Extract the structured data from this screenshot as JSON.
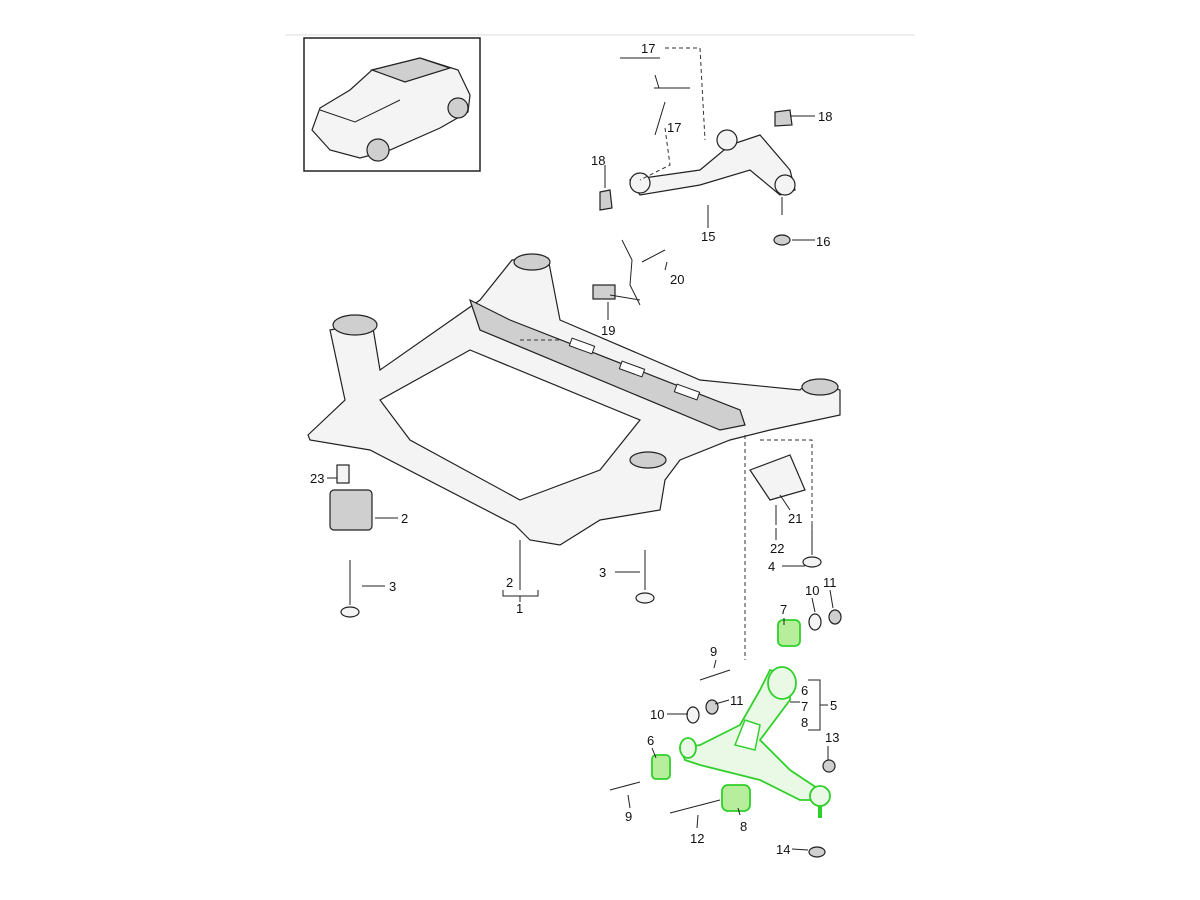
{
  "diagram": {
    "title": "Front axle subframe / control arms",
    "highlight_color": "#2fd02a",
    "callouts": [
      {
        "id": "c17a",
        "label": "17"
      },
      {
        "id": "c17b",
        "label": "17"
      },
      {
        "id": "c18a",
        "label": "18"
      },
      {
        "id": "c18b",
        "label": "18"
      },
      {
        "id": "c15",
        "label": "15"
      },
      {
        "id": "c16",
        "label": "16"
      },
      {
        "id": "c20",
        "label": "20"
      },
      {
        "id": "c19",
        "label": "19"
      },
      {
        "id": "c23",
        "label": "23"
      },
      {
        "id": "c2a",
        "label": "2"
      },
      {
        "id": "c3a",
        "label": "3"
      },
      {
        "id": "c2b",
        "label": "2"
      },
      {
        "id": "c1",
        "label": "1"
      },
      {
        "id": "c3b",
        "label": "3"
      },
      {
        "id": "c21",
        "label": "21"
      },
      {
        "id": "c22",
        "label": "22"
      },
      {
        "id": "c4",
        "label": "4"
      },
      {
        "id": "c10a",
        "label": "10"
      },
      {
        "id": "c11a",
        "label": "11"
      },
      {
        "id": "c7a",
        "label": "7"
      },
      {
        "id": "c9a",
        "label": "9"
      },
      {
        "id": "c6a",
        "label": "6"
      },
      {
        "id": "c7b",
        "label": "7"
      },
      {
        "id": "c8a",
        "label": "8"
      },
      {
        "id": "c5",
        "label": "5"
      },
      {
        "id": "c11b",
        "label": "11"
      },
      {
        "id": "c10b",
        "label": "10"
      },
      {
        "id": "c13",
        "label": "13"
      },
      {
        "id": "c6b",
        "label": "6"
      },
      {
        "id": "c9b",
        "label": "9"
      },
      {
        "id": "c12",
        "label": "12"
      },
      {
        "id": "c8b",
        "label": "8"
      },
      {
        "id": "c14",
        "label": "14"
      }
    ]
  }
}
